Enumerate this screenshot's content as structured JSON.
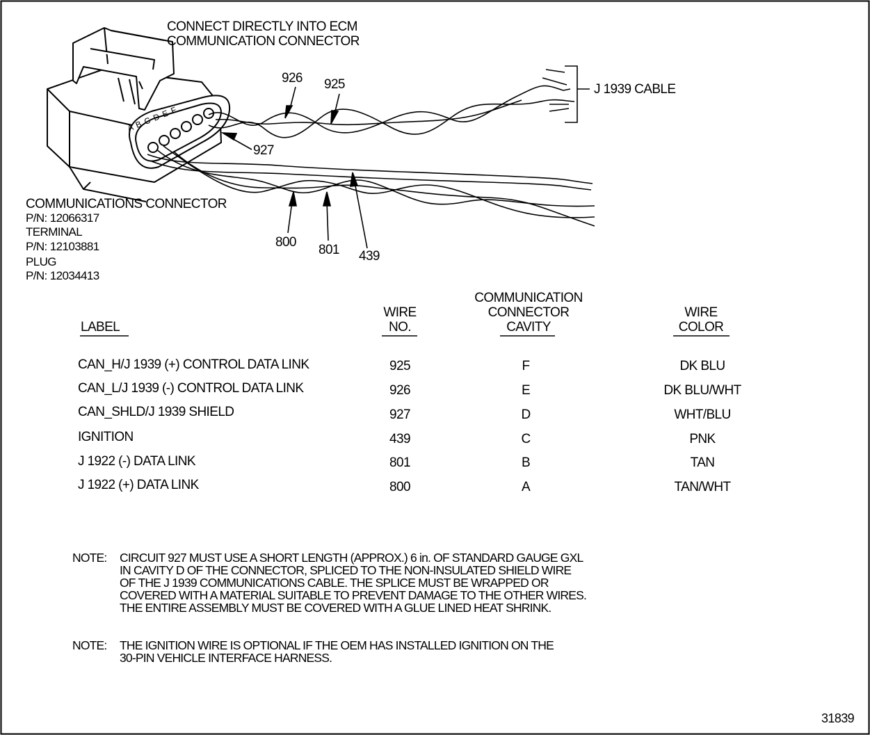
{
  "diagram": {
    "header_top": [
      "CONNECT DIRECTLY INTO ECM",
      "COMMUNICATION CONNECTOR"
    ],
    "cable_label": "J 1939 CABLE",
    "wire_callouts": {
      "w926": "926",
      "w925": "925",
      "w927": "927",
      "w800": "800",
      "w801": "801",
      "w439": "439"
    },
    "pin_letters": "A B C D E F",
    "connector_info": [
      "COMMUNICATIONS CONNECTOR",
      "P/N: 12066317",
      "TERMINAL",
      "P/N: 12103881",
      "PLUG",
      "P/N: 12034413"
    ]
  },
  "table": {
    "headers": {
      "label": "LABEL",
      "wire_no": [
        "WIRE",
        "NO."
      ],
      "cavity": [
        "COMMUNICATION",
        "CONNECTOR",
        "CAVITY"
      ],
      "color": [
        "WIRE",
        "COLOR"
      ]
    },
    "rows": [
      {
        "label": "CAN_H/J 1939 (+) CONTROL DATA LINK",
        "wire": "925",
        "cavity": "F",
        "color": "DK BLU"
      },
      {
        "label": "CAN_L/J 1939 (-) CONTROL DATA LINK",
        "wire": "926",
        "cavity": "E",
        "color": "DK BLU/WHT"
      },
      {
        "label": "CAN_SHLD/J 1939 SHIELD",
        "wire": "927",
        "cavity": "D",
        "color": "WHT/BLU"
      },
      {
        "label": "IGNITION",
        "wire": "439",
        "cavity": "C",
        "color": "PNK"
      },
      {
        "label": "J 1922 (-) DATA LINK",
        "wire": "801",
        "cavity": "B",
        "color": "TAN"
      },
      {
        "label": "J 1922 (+) DATA LINK",
        "wire": "800",
        "cavity": "A",
        "color": "TAN/WHT"
      }
    ]
  },
  "notes": [
    {
      "label": "NOTE:",
      "lines": [
        "CIRCUIT 927 MUST USE A SHORT LENGTH (APPROX.) 6 in. OF STANDARD GAUGE GXL",
        "IN CAVITY D OF THE CONNECTOR, SPLICED TO THE NON-INSULATED SHIELD WIRE",
        "OF THE J 1939 COMMUNICATIONS CABLE.  THE SPLICE MUST BE WRAPPED OR",
        "COVERED WITH A MATERIAL SUITABLE TO PREVENT DAMAGE TO THE OTHER WIRES.",
        "THE ENTIRE ASSEMBLY MUST BE COVERED WITH A GLUE LINED HEAT SHRINK."
      ]
    },
    {
      "label": "NOTE:",
      "lines": [
        "THE IGNITION WIRE IS OPTIONAL IF THE OEM HAS INSTALLED IGNITION ON THE",
        "30-PIN VEHICLE INTERFACE HARNESS."
      ]
    }
  ],
  "figure_number": "31839"
}
